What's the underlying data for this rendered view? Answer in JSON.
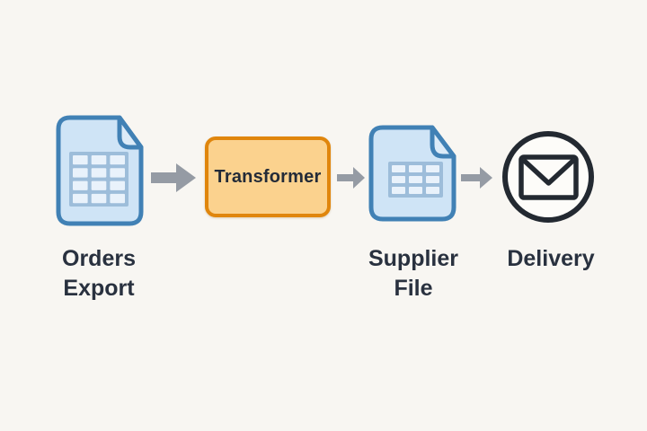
{
  "diagram": {
    "type": "flow-diagram",
    "nodes": [
      {
        "id": "orders-export",
        "type": "file",
        "icon": "spreadsheet-file-icon",
        "label_line1": "Orders",
        "label_line2": "Export",
        "grid_rows": 4,
        "grid_cols": 3
      },
      {
        "id": "transformer",
        "type": "process",
        "label": "Transformer"
      },
      {
        "id": "supplier-file",
        "type": "file",
        "icon": "spreadsheet-file-icon",
        "label_line1": "Supplier",
        "label_line2": "File",
        "grid_rows": 3,
        "grid_cols": 3
      },
      {
        "id": "delivery",
        "type": "output",
        "icon": "envelope-in-circle-icon",
        "label": "Delivery"
      }
    ],
    "connections": [
      {
        "from": "orders-export",
        "to": "transformer",
        "style": "arrow-right"
      },
      {
        "from": "transformer",
        "to": "supplier-file",
        "style": "arrow-right"
      },
      {
        "from": "supplier-file",
        "to": "delivery",
        "style": "arrow-right"
      }
    ],
    "colors": {
      "canvas_bg": "#f8f6f2",
      "file_fill": "#cfe4f6",
      "file_fold_fill": "#dcebf8",
      "file_stroke": "#4181b5",
      "grid_line": "#9dbdda",
      "grid_cell": "#e9f2fb",
      "transformer_fill": "#fbd28e",
      "transformer_stroke": "#e0860d",
      "arrow": "#959ba4",
      "text_dark": "#232b38",
      "text_label": "#29313f",
      "delivery_stroke": "#232931",
      "delivery_fill": "#fdfcf9"
    }
  }
}
